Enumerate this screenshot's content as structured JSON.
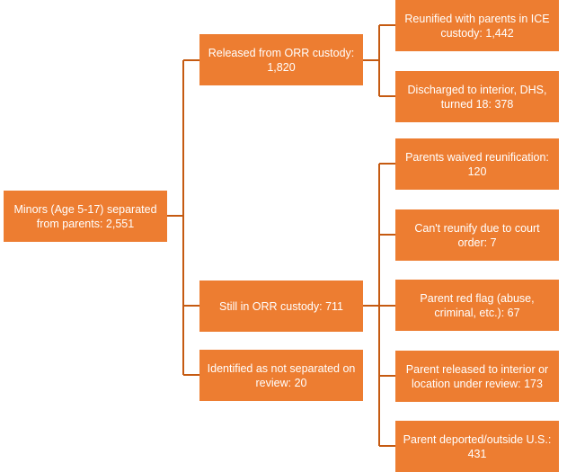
{
  "root": {
    "label": "Minors (Age 5-17) separated from parents: 2,551"
  },
  "level1": {
    "released": {
      "label": "Released from ORR custody: 1,820"
    },
    "still": {
      "label": "Still in ORR custody: 711"
    },
    "not_separated": {
      "label": "Identified as not separated on review: 20"
    }
  },
  "released_children": [
    {
      "label": "Reunified with parents in ICE custody: 1,442"
    },
    {
      "label": "Discharged to interior, DHS, turned 18: 378"
    }
  ],
  "still_children": [
    {
      "label": "Parents waived reunification: 120"
    },
    {
      "label": "Can't reunify due to court order: 7"
    },
    {
      "label": "Parent red flag (abuse, criminal, etc.): 67"
    },
    {
      "label": "Parent released to interior or location under review: 173"
    },
    {
      "label": "Parent deported/outside U.S.: 431"
    }
  ],
  "colors": {
    "box_fill": "#ED7D31",
    "connector": "#C55A11",
    "text": "#FFFFFF"
  }
}
